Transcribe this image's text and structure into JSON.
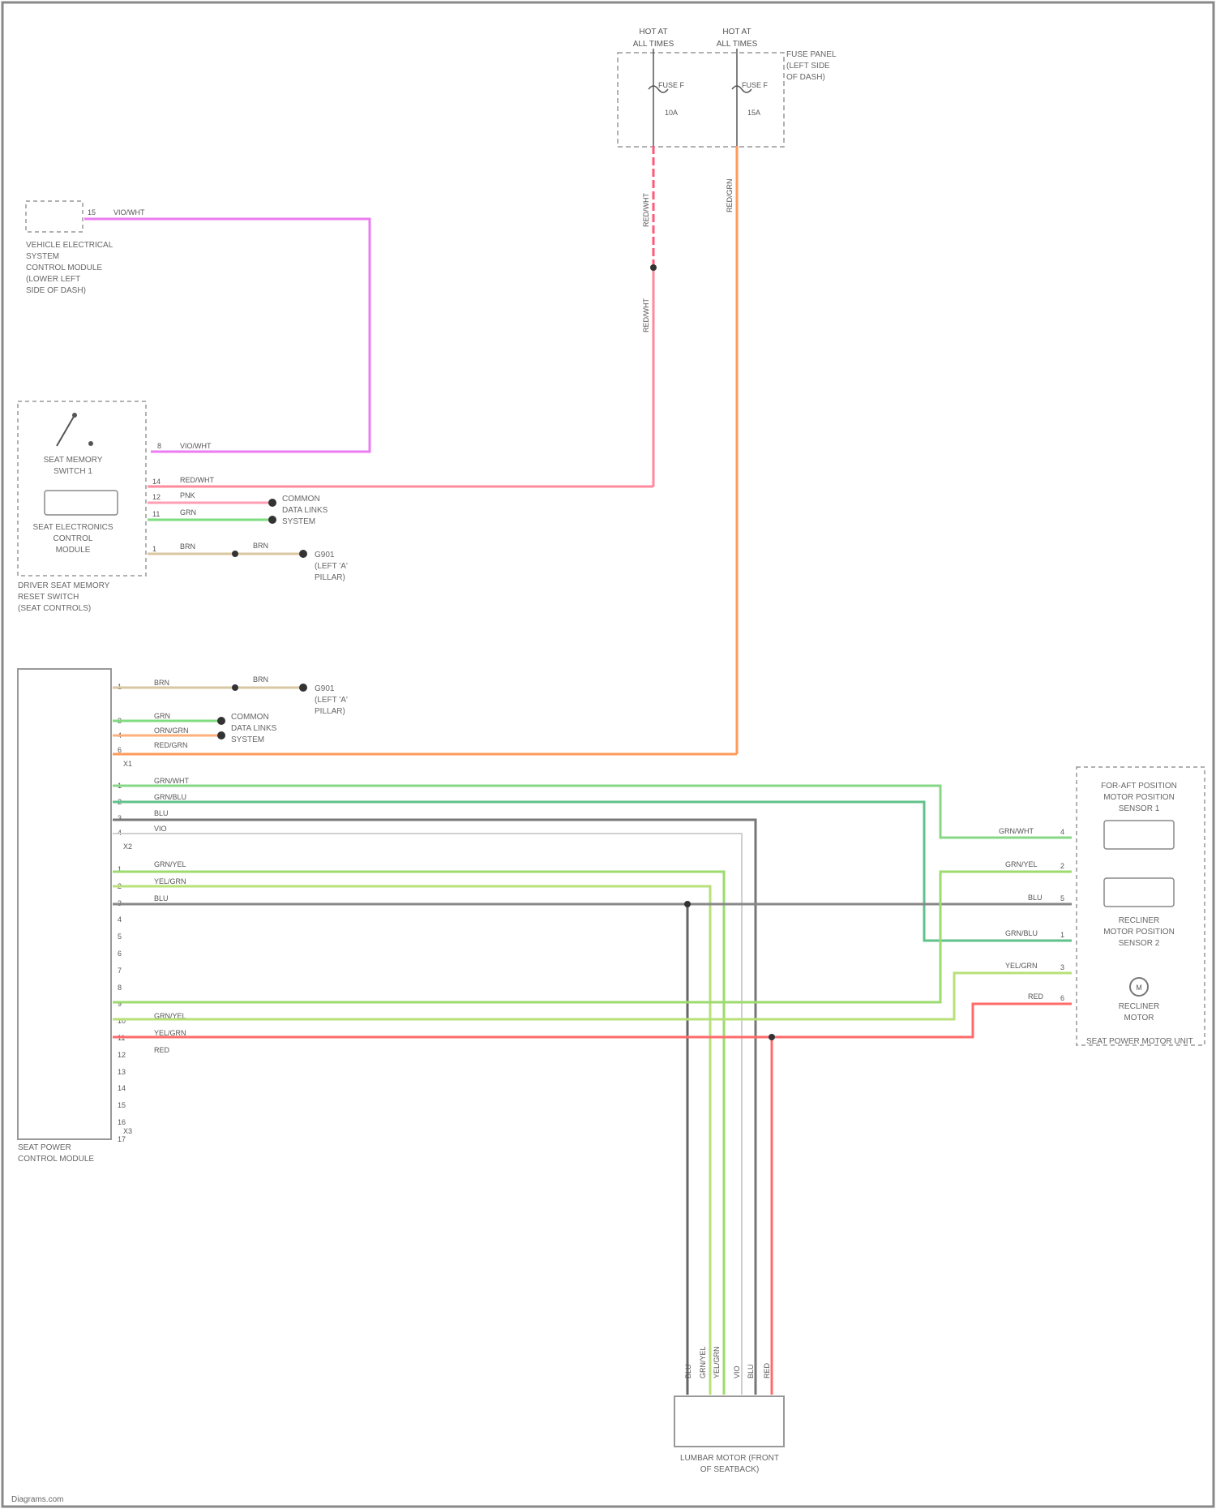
{
  "fuses": {
    "left": {
      "title": "HOT AT",
      "subtitle": "ALL TIMES",
      "fuse_name": "FUSE F",
      "rating": "10A"
    },
    "right": {
      "title": "HOT AT",
      "subtitle": "ALL TIMES",
      "fuse_name": "FUSE F",
      "rating": "15A"
    },
    "box_caption": [
      "FUSE PANEL",
      "(LEFT SIDE",
      "OF DASH)"
    ]
  },
  "lighting_module": {
    "label_lines": [
      "VEHICLE ELECTRICAL",
      "SYSTEM",
      "CONTROL MODULE",
      "(LOWER LEFT",
      "SIDE OF DASH)"
    ],
    "pin": "15",
    "wire": "VIO/WHT"
  },
  "seat_switch": {
    "switch_label": [
      "SEAT MEMORY",
      "SWITCH 1"
    ],
    "module_label": [
      "SEAT ELECTRONICS",
      "CONTROL",
      "MODULE"
    ],
    "caption": [
      "DRIVER SEAT MEMORY",
      "RESET SWITCH",
      "(SEAT CONTROLS)"
    ],
    "pins": [
      {
        "pin": "8",
        "wire": "VIO/WHT"
      },
      {
        "pin": "14",
        "wire": "RED/WHT"
      },
      {
        "pin": "12",
        "wire": "PNK"
      },
      {
        "pin": "11",
        "wire": "GRN"
      },
      {
        "pin": "1",
        "wire": "BRN"
      }
    ],
    "can_note": [
      "COMMON",
      "DATA LINKS",
      "SYSTEM"
    ],
    "ground_wire": "BRN",
    "ground_note": [
      "G901",
      "(LEFT 'A'",
      "PILLAR)"
    ]
  },
  "control_module": {
    "caption": [
      "SEAT POWER",
      "CONTROL MODULE"
    ],
    "upper_wires": [
      {
        "pin": "1",
        "wire": "BRN"
      },
      {
        "pin": "3",
        "wire": "GRN"
      },
      {
        "pin": "4",
        "wire": "ORN/GRN"
      },
      {
        "pin": "6",
        "wire": "RED/GRN"
      }
    ],
    "upper_ground_wire": "BRN",
    "upper_ground_note": [
      "G901",
      "(LEFT 'A'",
      "PILLAR)"
    ],
    "upper_can_note": [
      "COMMON",
      "DATA LINKS",
      "SYSTEM"
    ],
    "plug_a": "X1",
    "block1": [
      {
        "pin": "1",
        "wire": "GRN/WHT"
      },
      {
        "pin": "2",
        "wire": "GRN/BLU"
      },
      {
        "pin": "3",
        "wire": "BLU"
      },
      {
        "pin": "4",
        "wire": "VIO"
      }
    ],
    "plug_b": "X2",
    "block2": [
      {
        "pin": "1",
        "wire": "GRN/YEL"
      },
      {
        "pin": "2",
        "wire": "YEL/GRN"
      },
      {
        "pin": "3",
        "wire": "BLU"
      },
      {
        "pin": "4",
        "wire": ""
      },
      {
        "pin": "5",
        "wire": ""
      },
      {
        "pin": "6",
        "wire": ""
      },
      {
        "pin": "7",
        "wire": ""
      },
      {
        "pin": "8",
        "wire": ""
      },
      {
        "pin": "9",
        "wire": ""
      },
      {
        "pin": "10",
        "wire": "GRN/YEL"
      },
      {
        "pin": "11",
        "wire": "YEL/GRN"
      },
      {
        "pin": "12",
        "wire": "RED"
      },
      {
        "pin": "13",
        "wire": ""
      },
      {
        "pin": "14",
        "wire": ""
      },
      {
        "pin": "15",
        "wire": ""
      },
      {
        "pin": "16",
        "wire": ""
      },
      {
        "pin": "17",
        "wire": ""
      }
    ],
    "plug_c": "X3"
  },
  "fuse_wires": {
    "left_upper": "RED/WHT",
    "left_lower": "RED/WHT",
    "right": "RED/GRN"
  },
  "motor_unit": {
    "caption": "SEAT POWER MOTOR UNIT",
    "sensor1": [
      "FOR-AFT POSITION",
      "MOTOR POSITION",
      "SENSOR 1"
    ],
    "sensor2": [
      "RECLINER",
      "MOTOR POSITION",
      "SENSOR 2"
    ],
    "motor": [
      "RECLINER",
      "MOTOR"
    ],
    "pins": [
      {
        "pin": "4",
        "wire": "GRN/WHT"
      },
      {
        "pin": "2",
        "wire": "GRN/YEL"
      },
      {
        "pin": "5",
        "wire": "BLU"
      },
      {
        "pin": "1",
        "wire": "GRN/BLU"
      },
      {
        "pin": "3",
        "wire": "YEL/GRN"
      },
      {
        "pin": "6",
        "wire": "RED"
      }
    ]
  },
  "lumbar_motor": {
    "caption": [
      "LUMBAR MOTOR (FRONT",
      "OF SEATBACK)"
    ],
    "wires": [
      "BLU",
      "GRN/YEL",
      "YEL/GRN",
      "VIO",
      "BLU",
      "RED"
    ]
  },
  "footer": "Diagrams.com"
}
